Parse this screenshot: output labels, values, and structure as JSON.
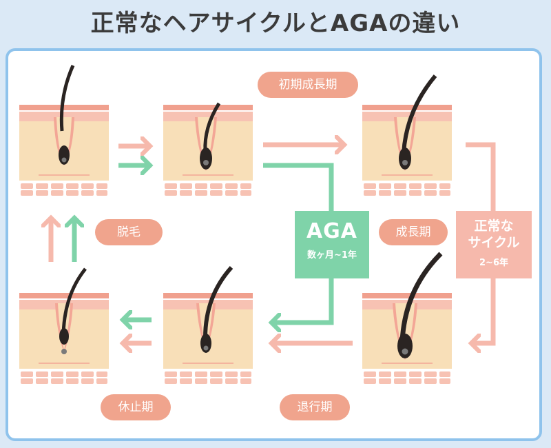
{
  "title": "正常なヘアサイクルとAGAの違い",
  "stages": {
    "early_growth": "初期成長期",
    "growth": "成長期",
    "regression": "退行期",
    "rest": "休止期",
    "shedding": "脱毛"
  },
  "aga_box": {
    "label": "AGA",
    "duration": "数ヶ月~1年"
  },
  "normal_box": {
    "label_line1": "正常な",
    "label_line2": "サイクル",
    "duration": "2~6年"
  },
  "colors": {
    "normal_arrow": "#f6b9ac",
    "aga_arrow": "#7fd3a9",
    "skin_top": "#f3a696",
    "skin_body": "#f8dfb8",
    "hair": "#2a2422"
  }
}
